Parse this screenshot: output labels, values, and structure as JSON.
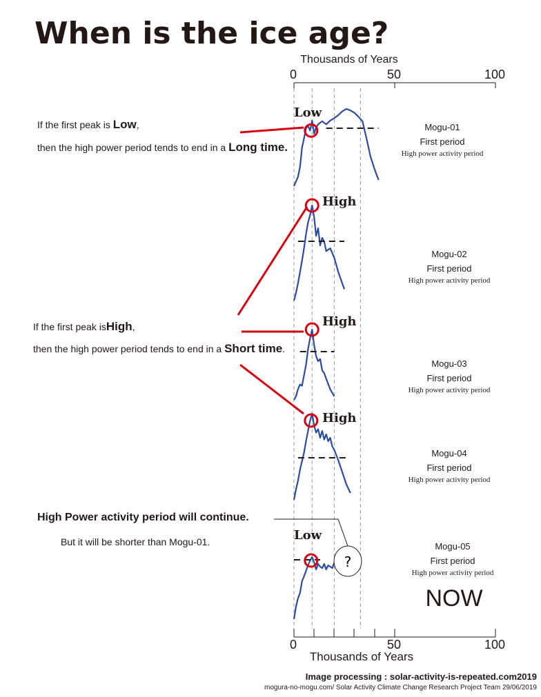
{
  "title": "When is the ice age?",
  "chart_data": {
    "type": "line",
    "xlabel": "Thousands of Years",
    "xlim": [
      0,
      100
    ],
    "x_ticks": [
      "0",
      "50",
      "100"
    ],
    "reference_x": [
      9,
      20,
      33
    ],
    "series": [
      {
        "name": "Mogu-01",
        "subtitle": "First period",
        "subtitle2": "High power activity period",
        "peak_label": "Low",
        "peak_x": 8.5,
        "threshold_x": [
          16,
          42
        ],
        "x": [
          0,
          2,
          3,
          4,
          5,
          6,
          7,
          8,
          9,
          10,
          11,
          12,
          14,
          16,
          18,
          20,
          22,
          24,
          26,
          28,
          30,
          32,
          34,
          36,
          38,
          40,
          42
        ],
        "y": [
          0,
          0.12,
          0.25,
          0.5,
          0.62,
          0.75,
          0.78,
          0.72,
          0.85,
          0.68,
          0.76,
          0.8,
          0.84,
          0.8,
          0.85,
          0.88,
          0.92,
          0.97,
          1.0,
          0.98,
          0.95,
          0.9,
          0.84,
          0.62,
          0.38,
          0.22,
          0.08
        ]
      },
      {
        "name": "Mogu-02",
        "subtitle": "First period",
        "subtitle2": "High power activity period",
        "peak_label": "High",
        "peak_x": 9,
        "threshold_x": [
          2,
          25
        ],
        "x": [
          0,
          1,
          2,
          3,
          4,
          5,
          6,
          7,
          8,
          9,
          10,
          11,
          12,
          13,
          14,
          15,
          16,
          18,
          20,
          22,
          24,
          25
        ],
        "y": [
          0,
          0.08,
          0.18,
          0.3,
          0.42,
          0.55,
          0.7,
          0.82,
          0.9,
          1.0,
          0.88,
          0.68,
          0.76,
          0.58,
          0.66,
          0.62,
          0.52,
          0.55,
          0.45,
          0.3,
          0.18,
          0.12
        ]
      },
      {
        "name": "Mogu-03",
        "subtitle": "First period",
        "subtitle2": "High power activity period",
        "peak_label": "High",
        "peak_x": 9,
        "threshold_x": [
          3,
          20
        ],
        "x": [
          0,
          1,
          2,
          3,
          4,
          5,
          6,
          7,
          8,
          9,
          10,
          11,
          12,
          13,
          14,
          15,
          16,
          18,
          20
        ],
        "y": [
          0,
          0.05,
          0.15,
          0.22,
          0.2,
          0.35,
          0.5,
          0.72,
          0.88,
          1.0,
          0.78,
          0.62,
          0.55,
          0.58,
          0.42,
          0.38,
          0.3,
          0.15,
          0.05
        ]
      },
      {
        "name": "Mogu-04",
        "subtitle": "First period",
        "subtitle2": "High power activity period",
        "peak_label": "High",
        "peak_x": 8.5,
        "threshold_x": [
          2,
          27
        ],
        "x": [
          0,
          1,
          2,
          3,
          4,
          5,
          6,
          7,
          8,
          9,
          10,
          11,
          12,
          13,
          14,
          15,
          16,
          17,
          18,
          19,
          20,
          22,
          24,
          26,
          28
        ],
        "y": [
          0,
          0.12,
          0.22,
          0.35,
          0.45,
          0.55,
          0.68,
          0.8,
          0.92,
          1.0,
          0.86,
          0.78,
          0.82,
          0.72,
          0.8,
          0.7,
          0.76,
          0.68,
          0.72,
          0.62,
          0.58,
          0.46,
          0.32,
          0.18,
          0.08
        ]
      },
      {
        "name": "Mogu-05",
        "subtitle": "First period",
        "subtitle2": "High power activity period",
        "peak_label": "Low",
        "peak_x": 8.5,
        "threshold_x": [
          0,
          13
        ],
        "x": [
          0,
          1,
          2,
          3,
          4,
          5,
          6,
          7,
          8,
          9,
          10,
          11,
          12,
          13,
          14,
          15,
          16,
          17,
          18,
          19,
          20
        ],
        "y": [
          0,
          0.18,
          0.3,
          0.38,
          0.55,
          0.62,
          0.7,
          0.78,
          0.85,
          0.9,
          0.82,
          0.72,
          0.8,
          0.76,
          0.74,
          0.8,
          0.72,
          0.78,
          0.76,
          0.74,
          0.82
        ]
      }
    ]
  },
  "notes": {
    "low_line1_a": "If the first peak is ",
    "low_line1_b": "Low",
    "low_line1_c": ",",
    "low_line2_a": "then the high power period tends to end in a ",
    "low_line2_b": "Long time.",
    "high_line1_a": "If the first peak is",
    "high_line1_b": "High",
    "high_line1_c": ",",
    "high_line2_a": "then the high power period tends to end in a ",
    "high_line2_b": "Short time",
    "high_line2_c": ".",
    "continue": "High Power activity period will continue.",
    "shorter": "But it will be shorter than Mogu-01.",
    "question": "?",
    "now": "NOW"
  },
  "credits": {
    "line1": "Image processing : solar-activity-is-repeated.com2019",
    "line2": "mogura-no-mogu.com/ Solar Activity Climate Change Research Project Team   29/06/2019"
  },
  "colors": {
    "line": "#2b4ba0",
    "highlight": "#d7000f",
    "text": "#231815",
    "grid": "#999999"
  }
}
